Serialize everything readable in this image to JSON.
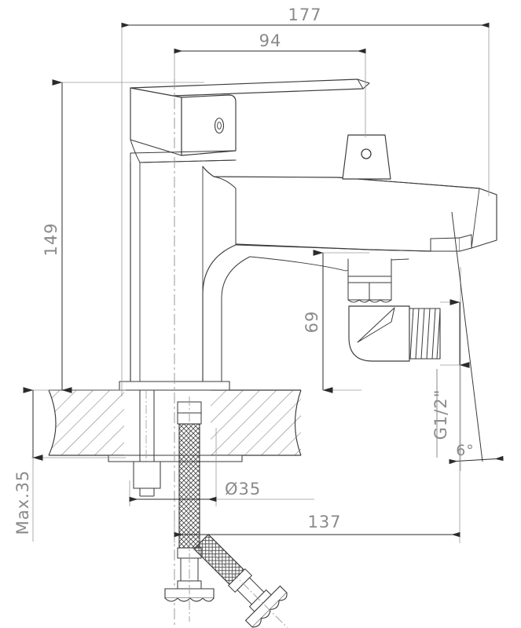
{
  "drawing": {
    "title": "Basin mixer tap technical dimension drawing",
    "units": "mm",
    "line_color": "#3a3a3a",
    "dim_color": "#8a8a8a",
    "background": "#ffffff"
  },
  "dimensions": {
    "overall_width": "177",
    "spout_reach": "94",
    "overall_height": "149",
    "spout_height": "69",
    "hole_diameter": "Ø35",
    "hose_length": "137",
    "max_deck_thickness": "Max.35",
    "thread_size": "G1/2\"",
    "taper_angle": "6°"
  },
  "annotations": [
    {
      "id": "dim-177",
      "label": "177",
      "orientation": "horizontal",
      "position": "top"
    },
    {
      "id": "dim-94",
      "label": "94",
      "orientation": "horizontal",
      "position": "top-inner"
    },
    {
      "id": "dim-149",
      "label": "149",
      "orientation": "vertical",
      "position": "left"
    },
    {
      "id": "dim-max35",
      "label": "Max.35",
      "orientation": "vertical",
      "position": "left-lower"
    },
    {
      "id": "dim-69",
      "label": "69",
      "orientation": "vertical",
      "position": "middle"
    },
    {
      "id": "dim-d35",
      "label": "Ø35",
      "orientation": "horizontal",
      "position": "lower"
    },
    {
      "id": "dim-137",
      "label": "137",
      "orientation": "horizontal",
      "position": "bottom"
    },
    {
      "id": "dim-g12",
      "label": "G1/2\"",
      "orientation": "vertical",
      "position": "right"
    },
    {
      "id": "dim-6deg",
      "label": "6°",
      "orientation": "angular",
      "position": "bottom-right"
    }
  ]
}
